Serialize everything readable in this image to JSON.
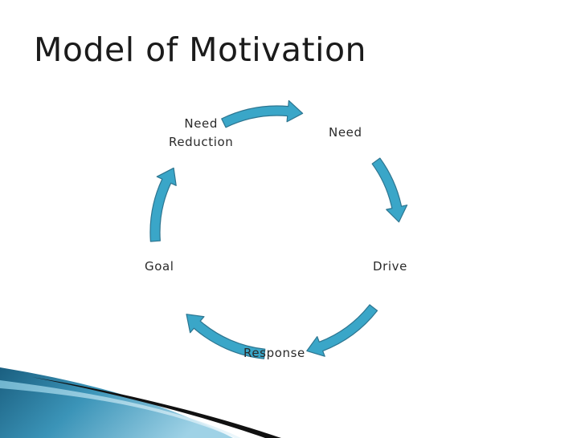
{
  "slide": {
    "title": "Model of Motivation"
  },
  "cycle": {
    "nodes": [
      {
        "id": "need-reduction",
        "lines": [
          "Need",
          "Reduction"
        ]
      },
      {
        "id": "need",
        "lines": [
          "Need"
        ]
      },
      {
        "id": "drive",
        "lines": [
          "Drive"
        ]
      },
      {
        "id": "response",
        "lines": [
          "Response"
        ]
      },
      {
        "id": "goal",
        "lines": [
          "Goal"
        ]
      }
    ],
    "arrow_fill": "#3aa6c8",
    "arrow_stroke": "#2d7590"
  },
  "theme": {
    "accent_dark": "#1b4f6b",
    "accent_light": "#bfe1ee"
  }
}
